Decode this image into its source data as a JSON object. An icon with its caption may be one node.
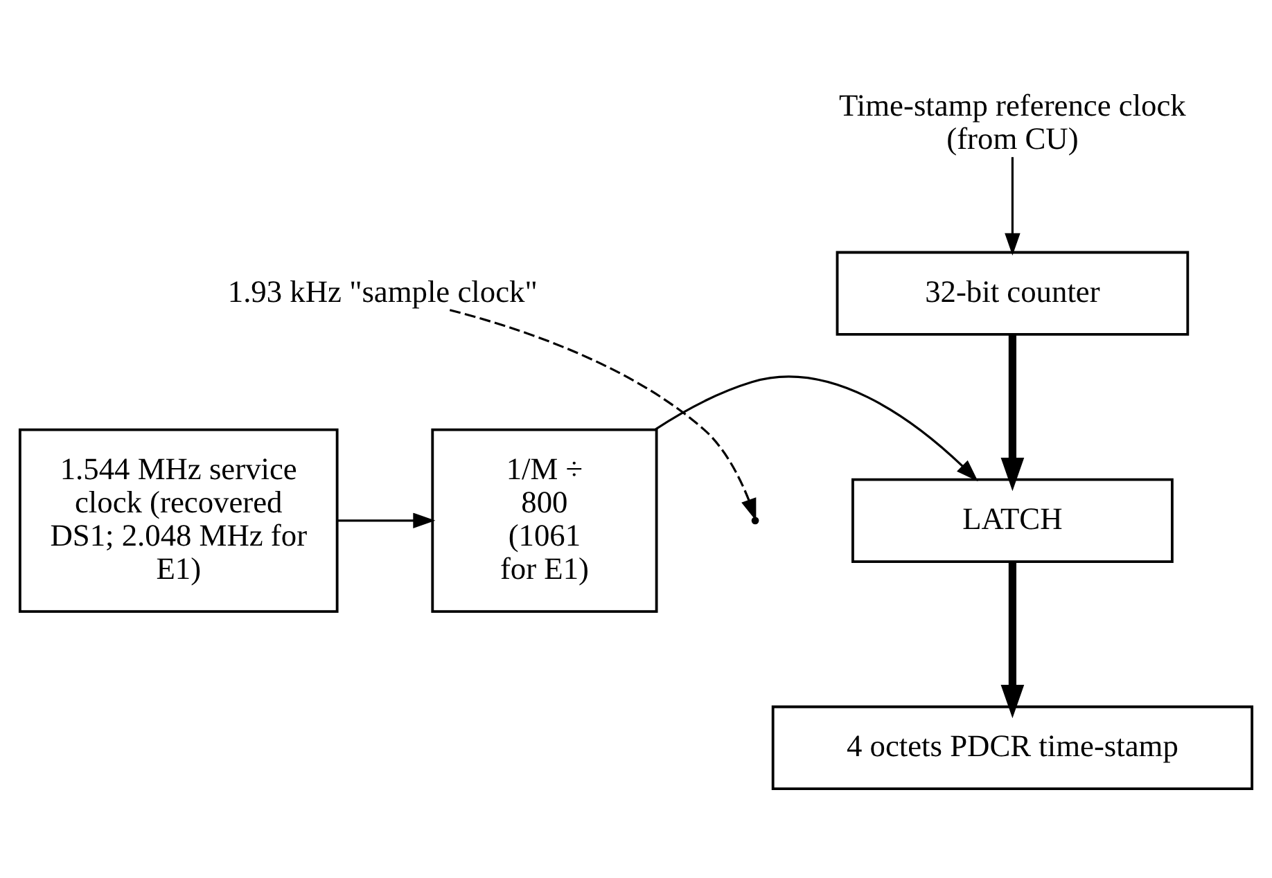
{
  "diagram": {
    "nodes": [
      {
        "text": [
          "Time-stamp reference clock (from CU)"
        ]
      },
      {
        "text": [
          "32-bit counter"
        ]
      },
      {
        "text": [
          "1.544 MHz service clock (recovered DS1; 2.048 MHz for E1)"
        ]
      },
      {
        "text": [
          "1/M ÷ 800 (1061 for E1)"
        ]
      },
      {
        "text": [
          "LATCH"
        ]
      },
      {
        "text": [
          "4 octets PDCR time-stamp"
        ]
      },
      {
        "text": [
          "1.93 kHz \"sample clock\""
        ]
      }
    ],
    "edges": [
      {
        "from": 0,
        "to": 1,
        "arrow": "to"
      },
      {
        "from": 1,
        "to": 4,
        "arrow": "to",
        "style": "thick"
      },
      {
        "from": 2,
        "to": 3,
        "arrow": "to"
      },
      {
        "from": 3,
        "to": 4,
        "arrow": "to"
      },
      {
        "from": 4,
        "to": 5,
        "arrow": "to",
        "style": "thick"
      },
      {
        "from": 6,
        "to": null,
        "arrow": "to",
        "style": "dashed"
      }
    ]
  }
}
